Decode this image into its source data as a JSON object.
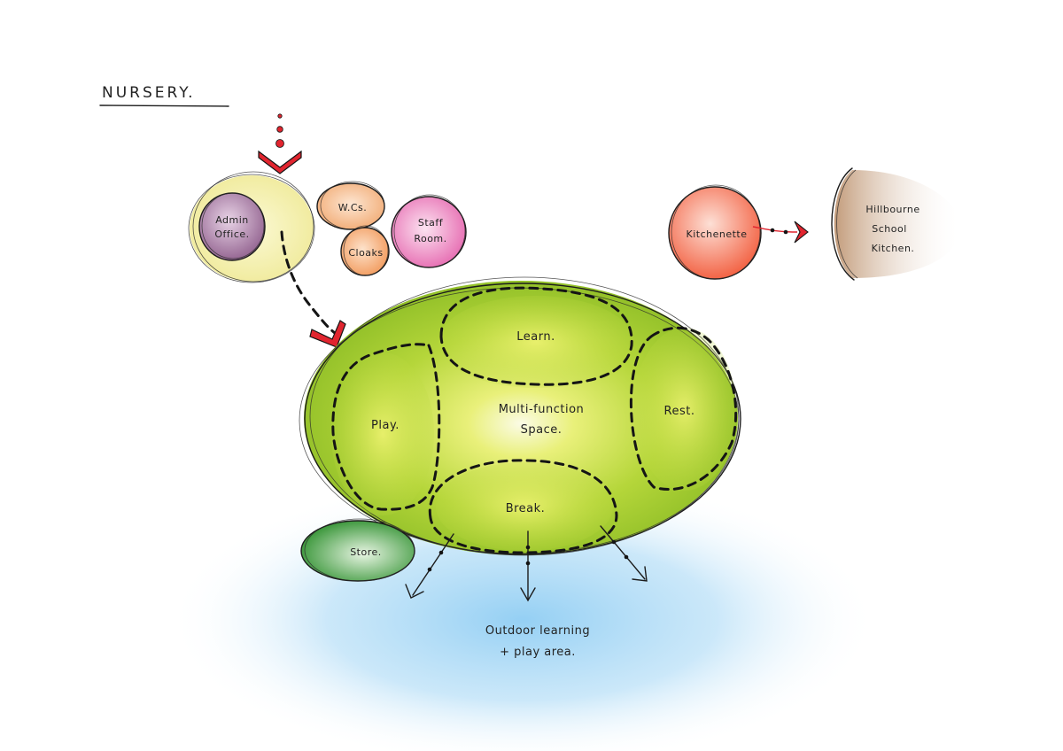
{
  "title": "NURSERY.",
  "zones": {
    "admin_office": [
      "Admin",
      "Office."
    ],
    "wcs": "W.Cs.",
    "staff_room": [
      "Staff",
      "Room."
    ],
    "cloaks": "Cloaks",
    "kitchenette": "Kitchenette",
    "school_kitchen": [
      "Hillbourne",
      "School",
      "Kitchen."
    ],
    "learn": "Learn.",
    "play": "Play.",
    "rest": "Rest.",
    "multi_function": [
      "Multi-function",
      "Space."
    ],
    "break": "Break.",
    "store": "Store.",
    "outdoor": [
      "Outdoor learning",
      "+ play area."
    ]
  },
  "colors": {
    "main_space": "#9fcb2e",
    "main_center": "#fbfbe6",
    "admin_zone": "#f4f1b3",
    "admin_office": "#9a6a96",
    "wcs": "#f2b07e",
    "staff_room": "#e873b3",
    "cloaks": "#f4a46a",
    "kitchenette": "#f46a4c",
    "school_kitchen": "#c89f7e",
    "store": "#3e9a3c",
    "outdoor": "#9fd3f2",
    "arrows": "#e1252f"
  }
}
